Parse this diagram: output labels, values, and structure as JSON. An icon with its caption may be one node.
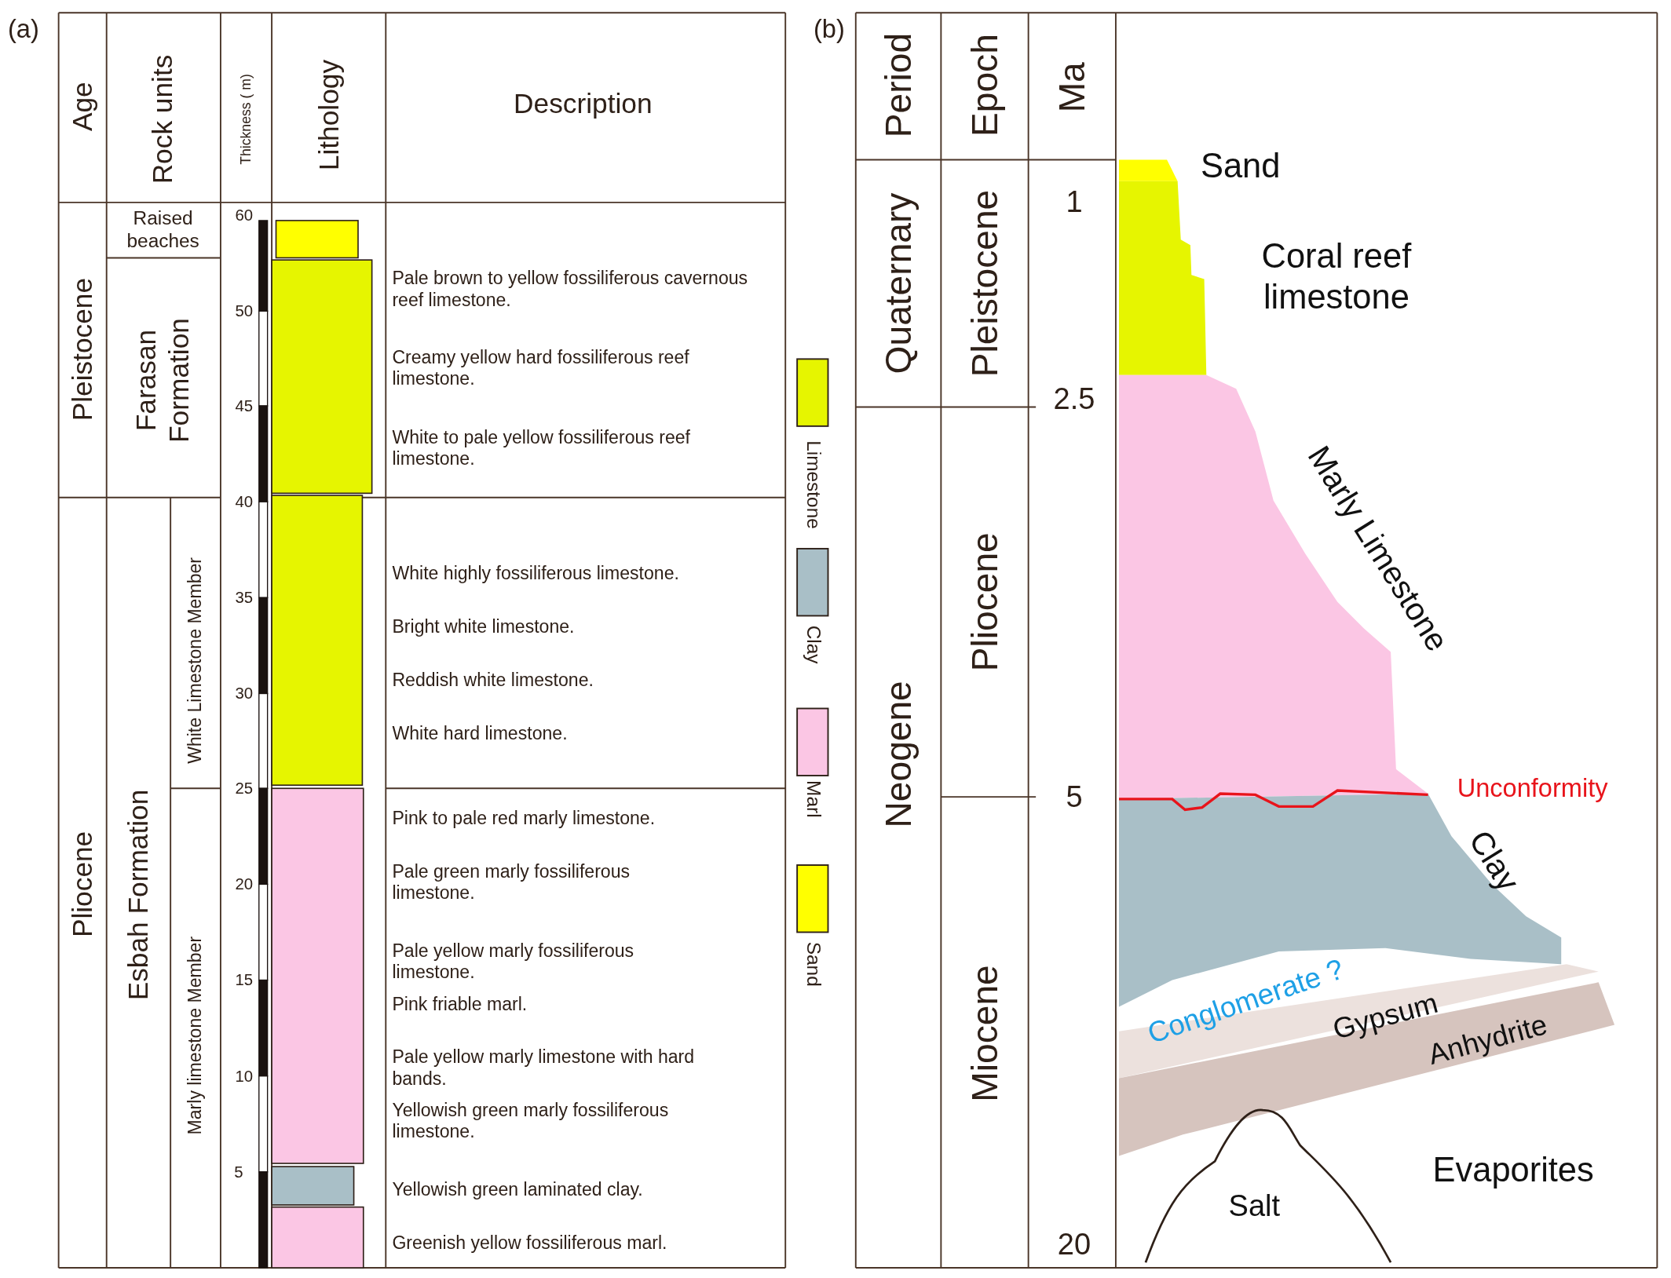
{
  "diagram": {
    "labels": [
      "(a)",
      "Age",
      "Rock units",
      "Thickness ( m)",
      "Lithology",
      "Description",
      "Pleistocene",
      "Raised beaches",
      "Farasan Formation",
      "Pale brown to yellow fossiliferous cavernous reef limestone.",
      "Creamy yellow hard fossiliferous reef limestone.",
      "White to pale yellow fossiliferous reef limestone.",
      "Pliocene",
      "Esbah Formation",
      "White Limestone Member",
      "Marly limestone Member",
      "White highly fossiliferous limestone.",
      "Bright white limestone.",
      "Reddish white limestone.",
      "White hard limestone.",
      "Pink to pale red marly limestone.",
      "Pale green marly fossiliferous limestone.",
      "Pale yellow marly fossiliferous limestone.",
      "Pink friable marl.",
      "Pale yellow marly limestone with hard bands.",
      "Yellowish green marly fossiliferous limestone.",
      "Yellowish green laminated clay.",
      "Greenish yellow fossiliferous marl.",
      "60",
      "50",
      "45",
      "40",
      "35",
      "30",
      "25",
      "20",
      "15",
      "10",
      "5",
      "(b)",
      "Period",
      "Epoch",
      "Ma",
      "Quaternary",
      "Pleistocene",
      "Neogene",
      "Pliocene",
      "Miocene",
      "1",
      "2.5",
      "5",
      "20",
      "Sand",
      "Coral reef limestone",
      "Marly Limestone",
      "Unconformity",
      "Clay",
      "Conglomerate ?",
      "Gypsum",
      "Anhydrite",
      "Evaporites",
      "Salt"
    ],
    "legend": [
      {
        "text": "Limestone",
        "color": "#e6f500"
      },
      {
        "text": "Clay",
        "color": "#a9bfc7"
      },
      {
        "text": "Marl",
        "color": "#fbc6e4"
      },
      {
        "text": "Sand",
        "color": "#ffff00"
      }
    ]
  }
}
